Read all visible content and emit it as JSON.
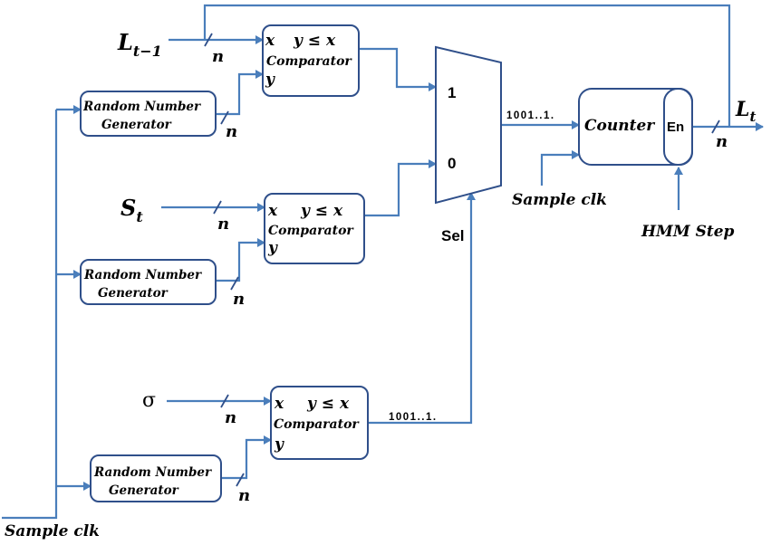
{
  "inputs": {
    "l_prev_base": "L",
    "l_prev_sub": "t−1",
    "s_base": "S",
    "s_sub": "t",
    "sigma": "σ"
  },
  "bus_width": "n",
  "comparator": {
    "x_port": "x",
    "y_port": "y",
    "condition": "y ≤ x",
    "label": "Comparator"
  },
  "rng": {
    "line1": "Random Number",
    "line2": "Generator"
  },
  "mux": {
    "input1": "1",
    "input0": "0",
    "select": "Sel"
  },
  "bitstream": "1001..1.",
  "counter": {
    "label": "Counter",
    "enable": "En"
  },
  "clock": "Sample clk",
  "hmm_step": "HMM Step",
  "output": {
    "base": "L",
    "sub": "t"
  }
}
